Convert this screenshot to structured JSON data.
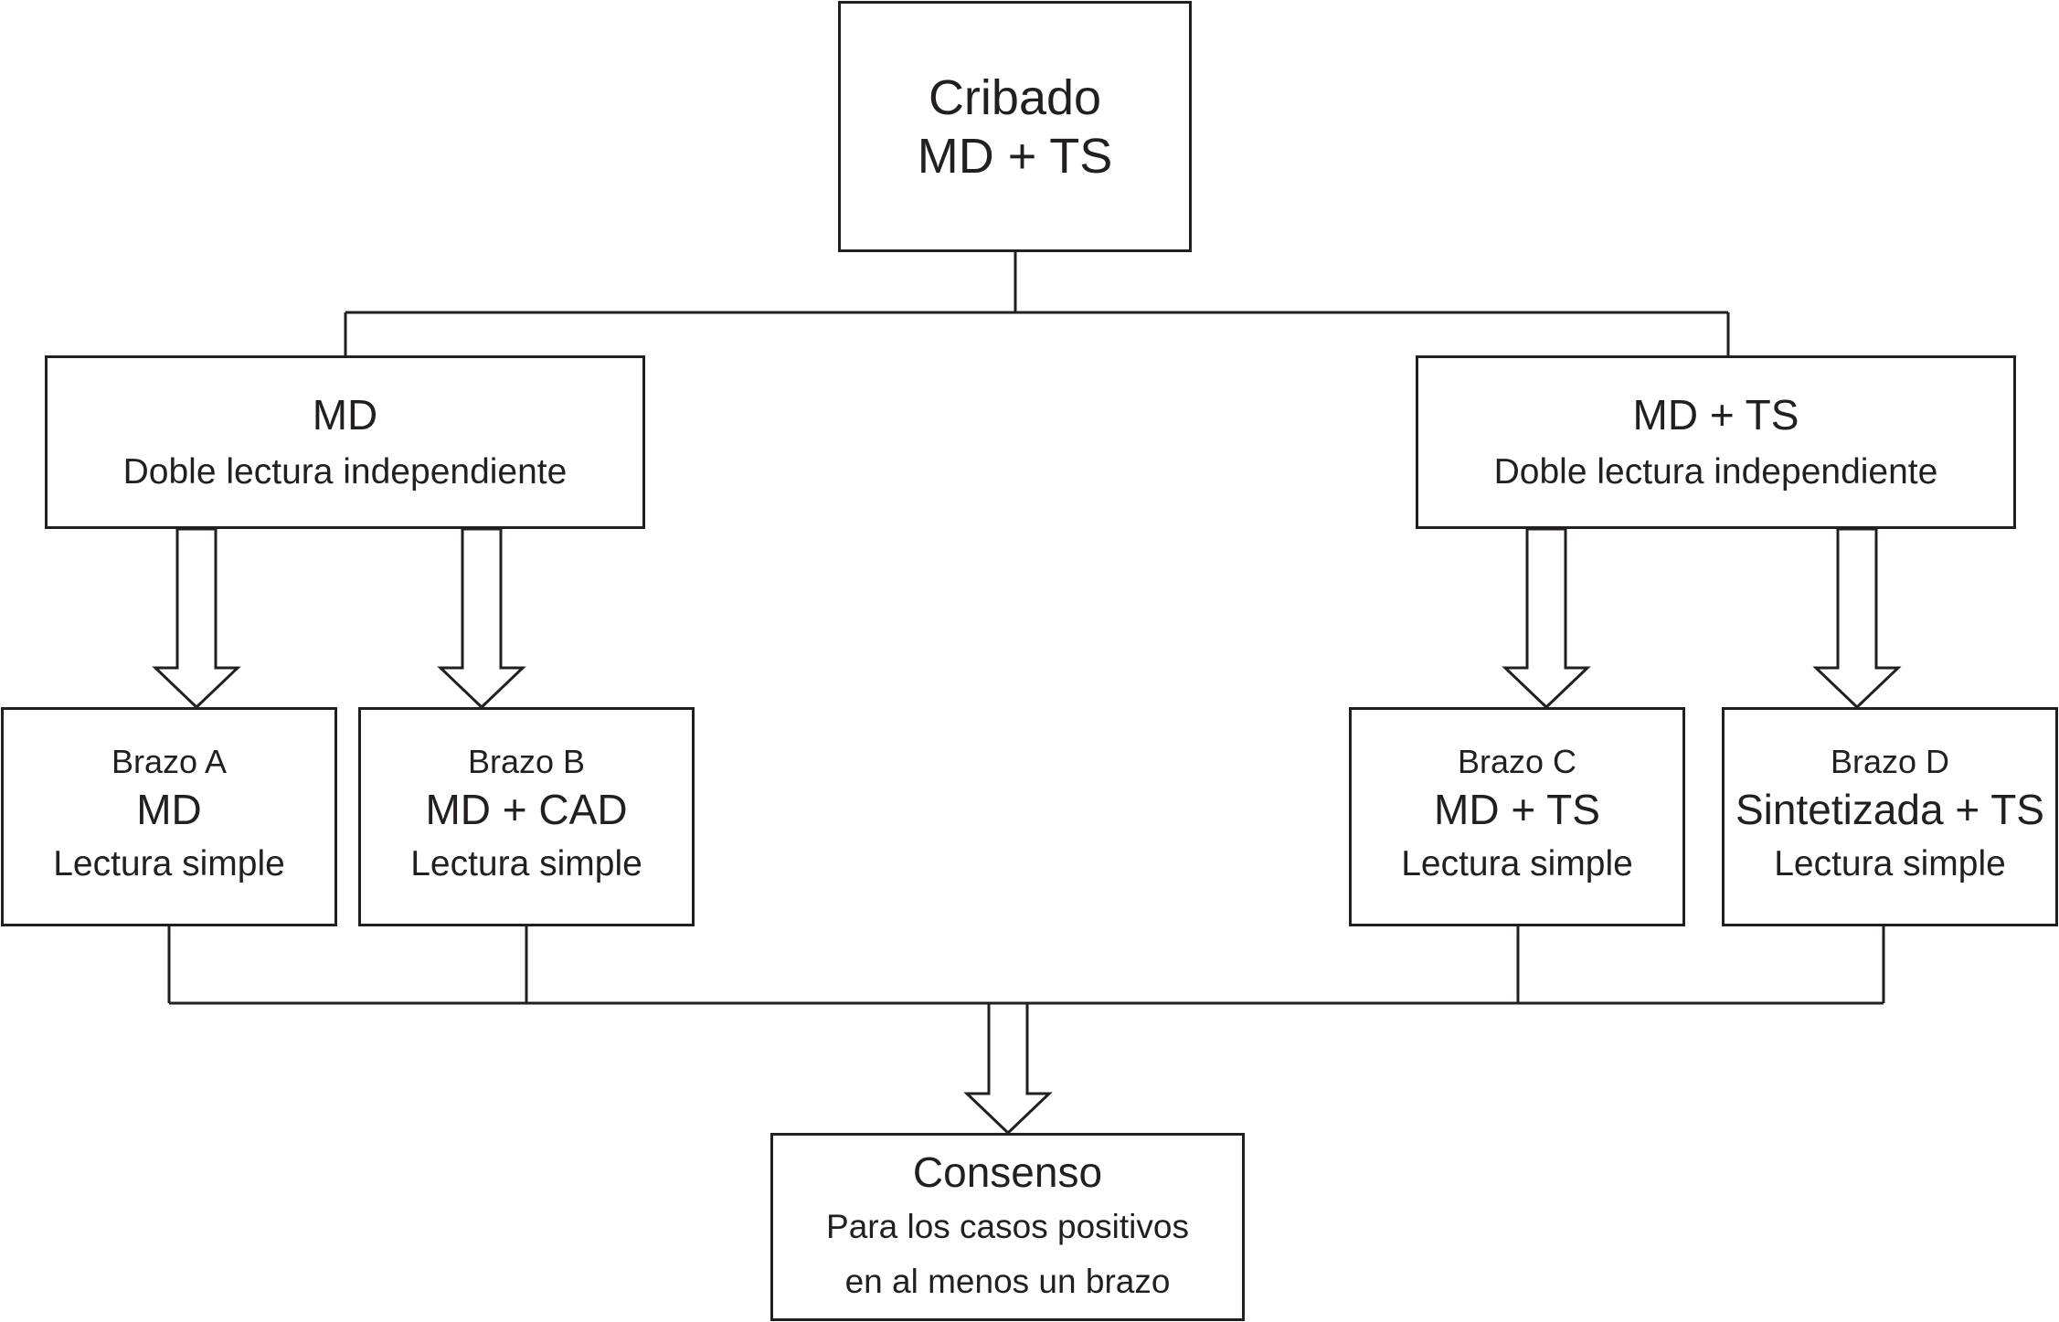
{
  "screening": {
    "title": "Cribado",
    "modality": "MD + TS"
  },
  "groups": [
    {
      "title": "MD",
      "reading": "Doble lectura independiente"
    },
    {
      "title": "MD + TS",
      "reading": "Doble lectura independiente"
    }
  ],
  "arms": [
    {
      "name": "Brazo A",
      "modality": "MD",
      "reading": "Lectura simple"
    },
    {
      "name": "Brazo B",
      "modality": "MD + CAD",
      "reading": "Lectura simple"
    },
    {
      "name": "Brazo C",
      "modality": "MD + TS",
      "reading": "Lectura simple"
    },
    {
      "name": "Brazo D",
      "modality": "Sintetizada + TS",
      "reading": "Lectura simple"
    }
  ],
  "consensus": {
    "title": "Consenso",
    "line1": "Para los casos positivos",
    "line2": "en al menos un brazo"
  },
  "colors": {
    "stroke": "#231f20",
    "background": "#ffffff"
  }
}
